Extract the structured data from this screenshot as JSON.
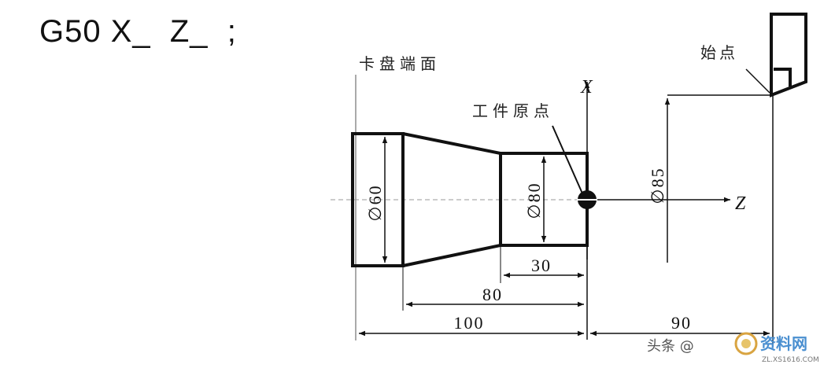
{
  "title": "G50 X_  Z_  ;",
  "labels": {
    "chuck_face": "卡盘端面",
    "workpiece_origin": "工件原点",
    "start_point": "始点",
    "axis_x": "X",
    "axis_z": "Z"
  },
  "dimensions": {
    "dia_left": "∅60",
    "dia_right": "∅80",
    "dia_start": "∅85",
    "len_30": "30",
    "len_80": "80",
    "len_100": "100",
    "len_90": "90"
  },
  "watermark": {
    "source": "头条 @",
    "logo_text": "资料网",
    "logo_url": "ZL.XS1616.COM"
  }
}
